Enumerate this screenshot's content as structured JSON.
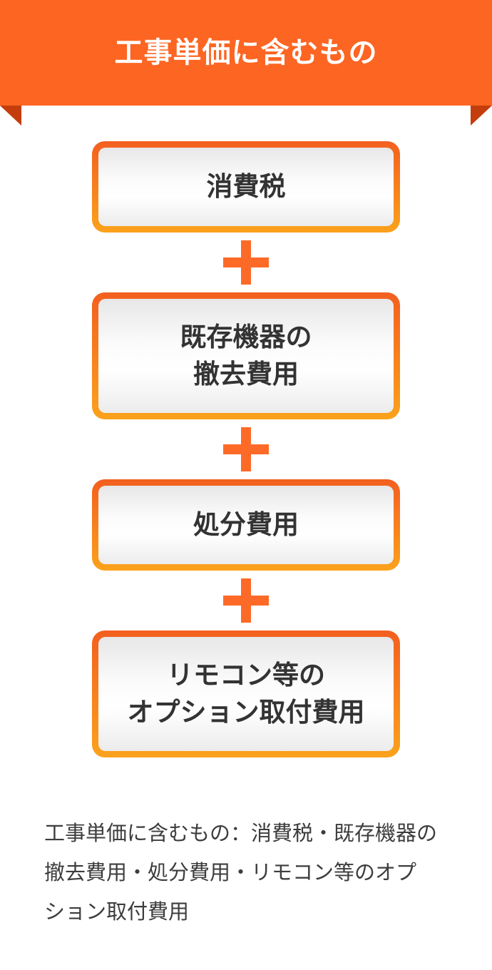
{
  "colors": {
    "banner_bg": "#fd6522",
    "ribbon_fold": "#c43d0c",
    "title_text": "#ffffff",
    "plus_sign": "#fd6a28",
    "box_border_top": "#f35f1f",
    "box_border_bottom": "#fba21c",
    "box_fill_top": "#e7e7e7",
    "box_fill_middle": "#ffffff",
    "box_fill_bottom": "#ececec",
    "box_text": "#333333",
    "summary_text": "#3d3d3d",
    "card_bg": "#ffffff"
  },
  "header": {
    "title": "工事単価に含むもの"
  },
  "diagram": {
    "operator": "+",
    "items": [
      {
        "lines": [
          "消費税"
        ]
      },
      {
        "lines": [
          "既存機器の",
          "撤去費用"
        ]
      },
      {
        "lines": [
          "処分費用"
        ]
      },
      {
        "lines": [
          "リモコン等の",
          "オプション取付費用"
        ]
      }
    ]
  },
  "footer": {
    "text": "工事単価に含むもの：消費税・既存機器の撤去費用・処分費用・リモコン等のオプション取付費用",
    "lines": [
      "工事単価に含むもの：消費税・既存機器の",
      "撤去費用・処分費用・リモコン等のオプ",
      "ション取付費用"
    ]
  }
}
